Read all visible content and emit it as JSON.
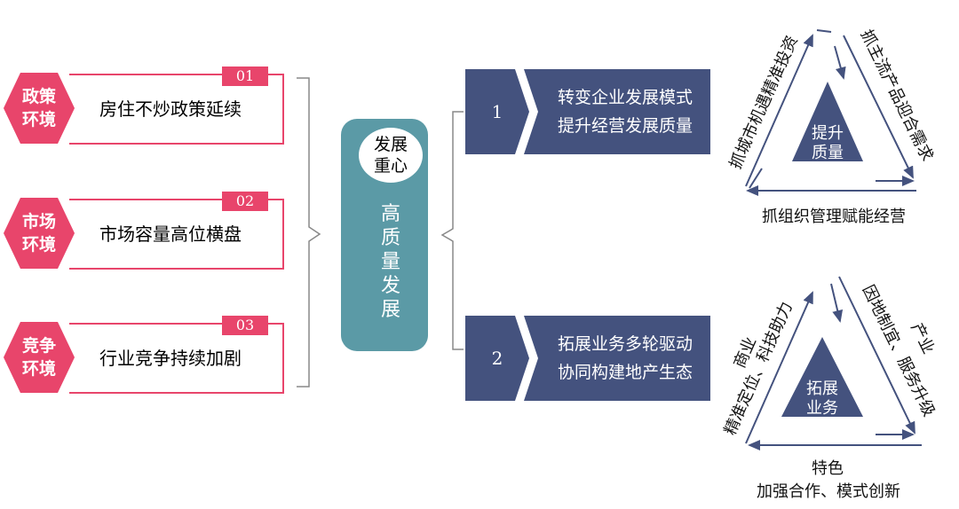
{
  "environments": [
    {
      "tag": "01",
      "label_line1": "政策",
      "label_line2": "环境",
      "text": "房住不炒政策延续"
    },
    {
      "tag": "02",
      "label_line1": "市场",
      "label_line2": "环境",
      "text": "市场容量高位横盘"
    },
    {
      "tag": "03",
      "label_line1": "竞争",
      "label_line2": "环境",
      "text": "行业竞争持续加剧"
    }
  ],
  "center": {
    "circle_line1": "发展",
    "circle_line2": "重心",
    "vertical_text": [
      "高",
      "质",
      "量",
      "发",
      "展"
    ]
  },
  "strategies": [
    {
      "number": "1",
      "line1": "转变企业发展模式",
      "line2": "提升经营发展质量"
    },
    {
      "number": "2",
      "line1": "拓展业务多轮驱动",
      "line2": "协同构建地产生态"
    }
  ],
  "triangle1": {
    "inner_line1": "提升",
    "inner_line2": "质量",
    "left_side": "抓城市机遇精准投资",
    "right_side": "抓主流产品迎合需求",
    "bottom": "抓组织管理赋能经营"
  },
  "triangle2": {
    "inner_line1": "拓展",
    "inner_line2": "业务",
    "left_side_line1": "商业",
    "left_side_line2": "精准定位、科技助力",
    "right_side_line1": "产业",
    "right_side_line2": "因地制宜、服务升级",
    "bottom_line1": "特色",
    "bottom_line2": "加强合作、模式创新"
  },
  "colors": {
    "accent_pink": "#e8456b",
    "teal": "#5b9aa6",
    "navy": "#44527e"
  }
}
